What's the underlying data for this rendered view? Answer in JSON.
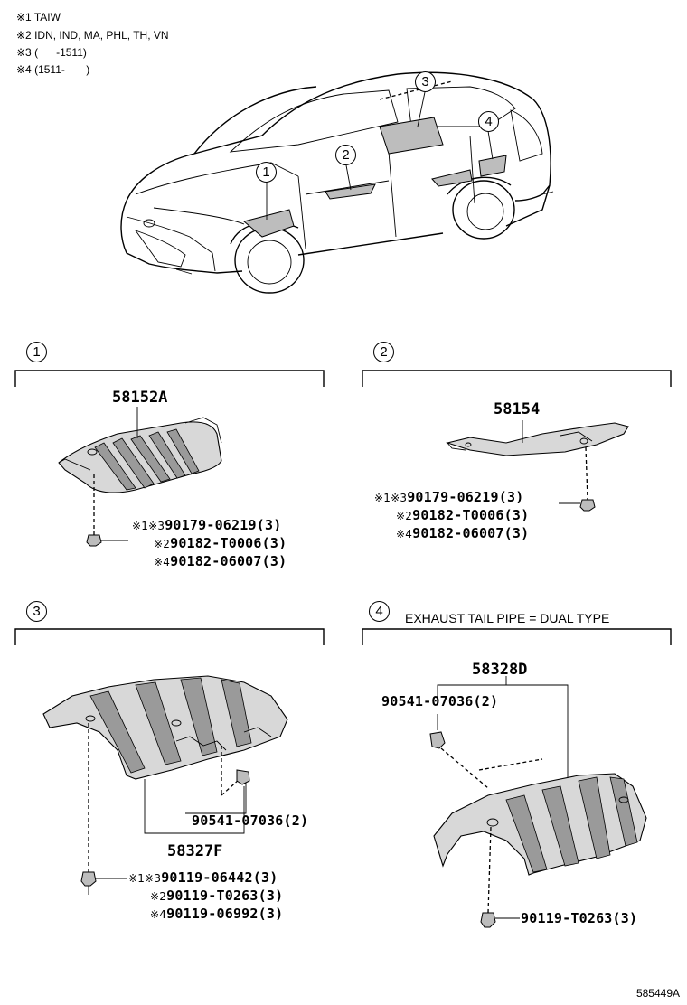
{
  "notes": [
    {
      "mark": "※1",
      "text": " TAIW"
    },
    {
      "mark": "※2",
      "text": " IDN, IND, MA, PHL, TH, VN"
    },
    {
      "mark": "※3",
      "text": " (      -1511)"
    },
    {
      "mark": "※4",
      "text": " (1511-       )"
    }
  ],
  "overview_callouts": [
    "1",
    "2",
    "3",
    "4"
  ],
  "sections": [
    {
      "id": "1",
      "title": "",
      "main_part": "58152A",
      "fasteners": [
        {
          "marks": "※1※3",
          "part": "90179-06219",
          "qty": "(3)"
        },
        {
          "marks": "※2",
          "part": "90182-T0006",
          "qty": "(3)"
        },
        {
          "marks": "※4",
          "part": "90182-06007",
          "qty": "(3)"
        }
      ]
    },
    {
      "id": "2",
      "title": "",
      "main_part": "58154",
      "fasteners": [
        {
          "marks": "※1※3",
          "part": "90179-06219",
          "qty": "(3)"
        },
        {
          "marks": "※2",
          "part": "90182-T0006",
          "qty": "(3)"
        },
        {
          "marks": "※4",
          "part": "90182-06007",
          "qty": "(3)"
        }
      ]
    },
    {
      "id": "3",
      "title": "",
      "main_part": "58327F",
      "nut": {
        "part": "90541-07036",
        "qty": "(2)"
      },
      "fasteners": [
        {
          "marks": "※1※3",
          "part": "90119-06442",
          "qty": "(3)"
        },
        {
          "marks": "※2",
          "part": "90119-T0263",
          "qty": "(3)"
        },
        {
          "marks": "※4",
          "part": "90119-06992",
          "qty": "(3)"
        }
      ]
    },
    {
      "id": "4",
      "title": "EXHAUST TAIL PIPE = DUAL TYPE",
      "main_part": "58328D",
      "nut": {
        "part": "90541-07036",
        "qty": "(2)"
      },
      "bolt": {
        "part": "90119-T0263",
        "qty": "(3)"
      }
    }
  ],
  "footer_code": "585449A"
}
